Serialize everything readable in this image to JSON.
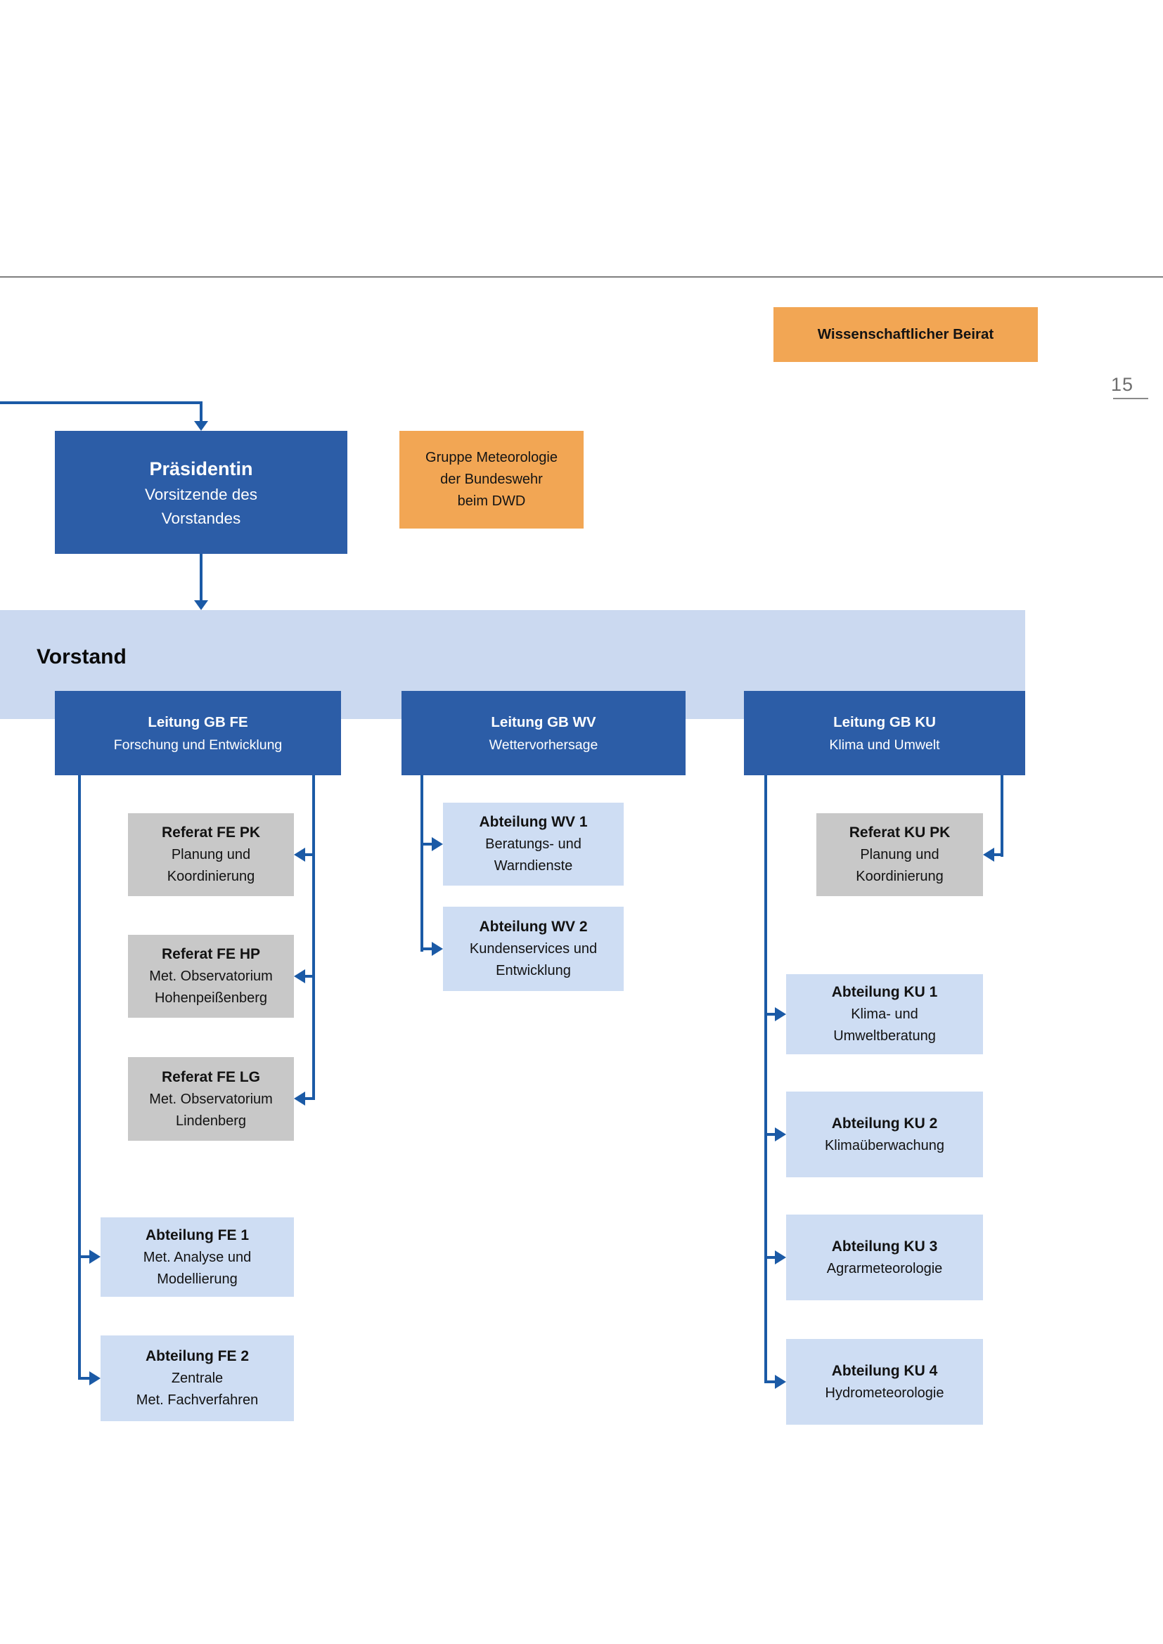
{
  "page": {
    "number": "15"
  },
  "beirat": {
    "label": "Wissenschaftlicher Beirat"
  },
  "bundeswehr": {
    "line1": "Gruppe Meteorologie",
    "line2": "der Bundeswehr",
    "line3": "beim DWD"
  },
  "praesident": {
    "title": "Präsidentin",
    "subtitle1": "Vorsitzende des",
    "subtitle2": "Vorstandes"
  },
  "vorstand": {
    "label": "Vorstand"
  },
  "columns": {
    "fe": {
      "title": "Leitung GB FE",
      "subtitle": "Forschung und Entwicklung",
      "referate": [
        {
          "title": "Referat FE PK",
          "line1": "Planung und",
          "line2": "Koordinierung"
        },
        {
          "title": "Referat FE HP",
          "line1": "Met. Observatorium",
          "line2": "Hohenpeißenberg"
        },
        {
          "title": "Referat FE LG",
          "line1": "Met. Observatorium",
          "line2": "Lindenberg"
        }
      ],
      "abteilungen": [
        {
          "title": "Abteilung FE 1",
          "line1": "Met. Analyse und",
          "line2": "Modellierung"
        },
        {
          "title": "Abteilung FE 2",
          "line1": "Zentrale",
          "line2": "Met. Fachverfahren"
        }
      ]
    },
    "wv": {
      "title": "Leitung GB WV",
      "subtitle": "Wettervorhersage",
      "abteilungen": [
        {
          "title": "Abteilung WV 1",
          "line1": "Beratungs- und",
          "line2": "Warndienste"
        },
        {
          "title": "Abteilung WV 2",
          "line1": "Kundenservices und",
          "line2": "Entwicklung"
        }
      ]
    },
    "ku": {
      "title": "Leitung GB KU",
      "subtitle": "Klima und Umwelt",
      "referate": [
        {
          "title": "Referat KU PK",
          "line1": "Planung und",
          "line2": "Koordinierung"
        }
      ],
      "abteilungen": [
        {
          "title": "Abteilung KU 1",
          "line1": "Klima- und",
          "line2": "Umweltberatung"
        },
        {
          "title": "Abteilung KU 2",
          "line1": "Klimaüberwachung"
        },
        {
          "title": "Abteilung KU 3",
          "line1": "Agrarmeteorologie"
        },
        {
          "title": "Abteilung KU 4",
          "line1": "Hydrometeorologie"
        }
      ]
    }
  },
  "colors": {
    "dark_blue_box": "#2c5da7",
    "light_blue_box": "#ceddf3",
    "vorstand_band": "#cbd9f0",
    "gray_box": "#c8c8c8",
    "orange_box": "#f2a654",
    "connector_blue": "#1b5aa6",
    "top_rule_gray": "#7f7f7f",
    "page_number_gray": "#6e6e6e"
  }
}
